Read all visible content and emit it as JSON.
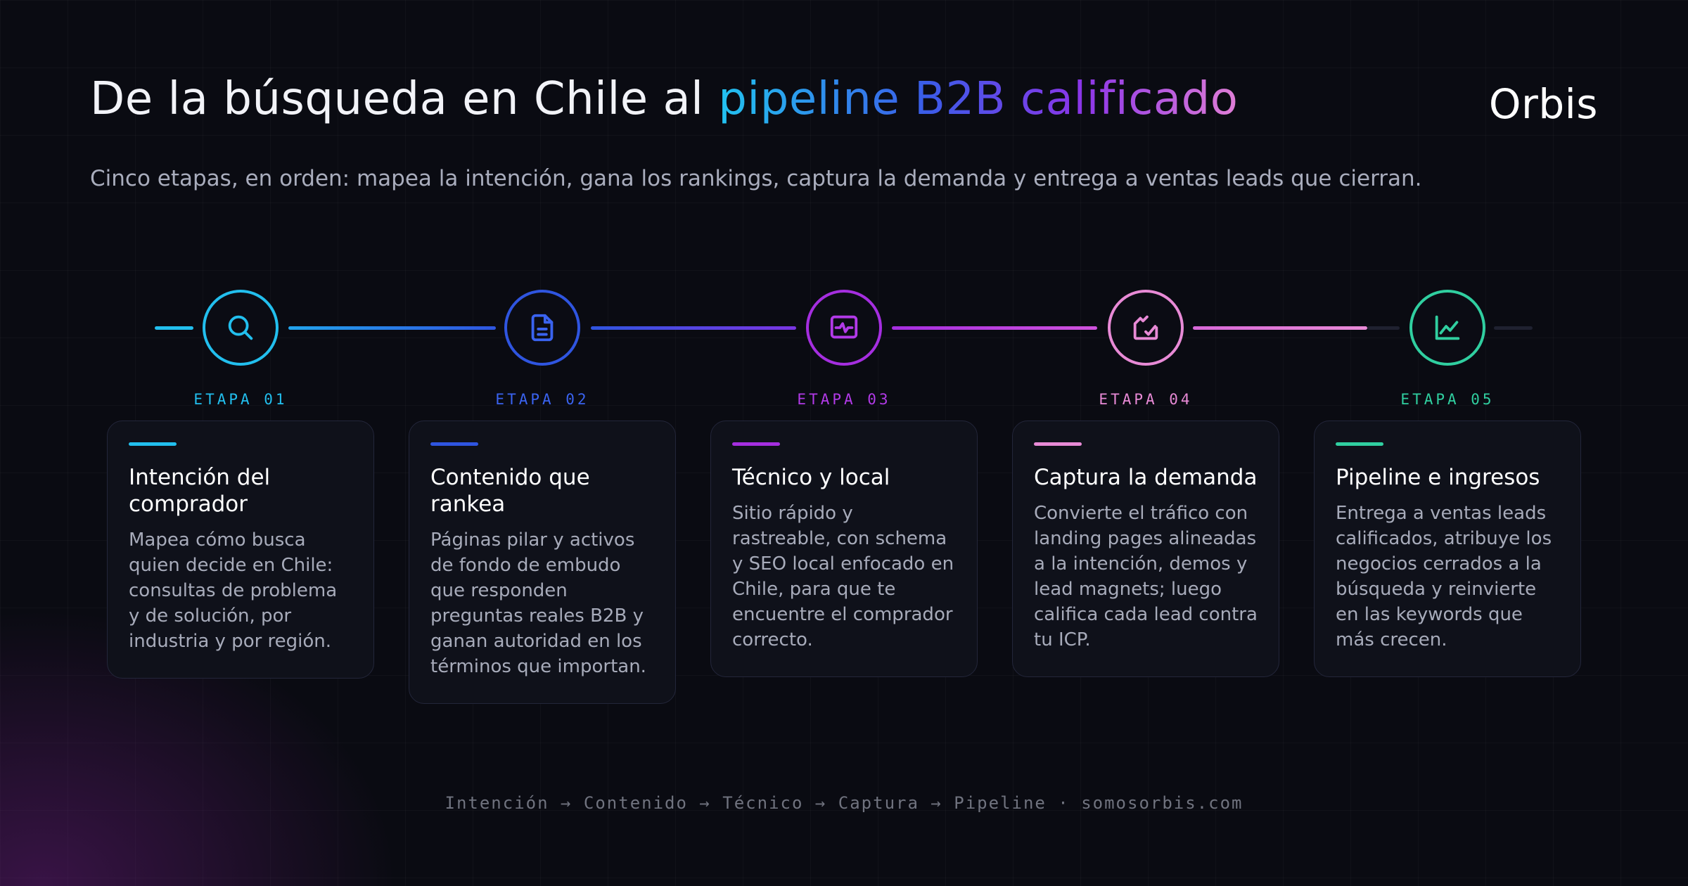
{
  "header": {
    "title_plain": "De la búsqueda en Chile al ",
    "title_highlight": "pipeline B2B calificado",
    "brand": "Orbis",
    "subtitle": "Cinco etapas, en orden: mapea la intención, gana los rankings, captura la demanda y entrega a ventas leads que cierran."
  },
  "colors": {
    "stage1": "#22bfee",
    "stage2": "#2f55e0",
    "stage3": "#a52ee0",
    "stage4": "#e88ad6",
    "stage5": "#30cfa0"
  },
  "stages": [
    {
      "label": "ETAPA 01",
      "icon": "search-icon",
      "title": "Intención del comprador",
      "body": "Mapea cómo busca quien decide en Chile: consultas de problema y de solución, por industria y por región."
    },
    {
      "label": "ETAPA 02",
      "icon": "document-icon",
      "title": "Contenido que rankea",
      "body": "Páginas pilar y activos de fondo de embudo que responden preguntas reales B2B y ganan autoridad en los términos que importan."
    },
    {
      "label": "ETAPA 03",
      "icon": "pulse-monitor-icon",
      "title": "Técnico y local",
      "body": "Sitio rápido y rastreable, con schema y SEO local enfocado en Chile, para que te encuentre el comprador correcto."
    },
    {
      "label": "ETAPA 04",
      "icon": "capture-check-icon",
      "title": "Captura la demanda",
      "body": "Convierte el tráfico con landing pages alineadas a la intención, demos y lead magnets; luego califica cada lead contra tu ICP."
    },
    {
      "label": "ETAPA 05",
      "icon": "trend-chart-icon",
      "title": "Pipeline e ingresos",
      "body": "Entrega a ventas leads calificados, atribuye los negocios cerrados a la búsqueda y reinvierte en las keywords que más crecen."
    }
  ],
  "footer": "Intención → Contenido → Técnico → Captura → Pipeline · somosorbis.com"
}
